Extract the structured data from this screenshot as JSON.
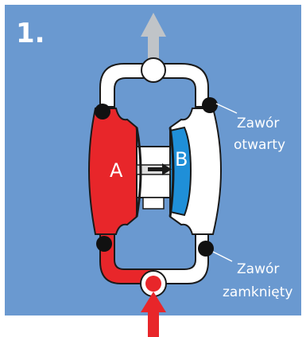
{
  "step_number": "1.",
  "chamber_a_label": "A",
  "chamber_b_label": "B",
  "annotations": {
    "valve_open_line1": "Zawór",
    "valve_open_line2": "otwarty",
    "valve_closed_line1": "Zawór",
    "valve_closed_line2": "zamknięty"
  },
  "colors": {
    "background": "#6a99d0",
    "body_white": "#ffffff",
    "chamber_a": "#e8262a",
    "chamber_b": "#1f8fd8",
    "outline": "#1a1a1a",
    "outlet_arrow": "#c0c4c8",
    "inlet_arrow": "#e8262a"
  }
}
